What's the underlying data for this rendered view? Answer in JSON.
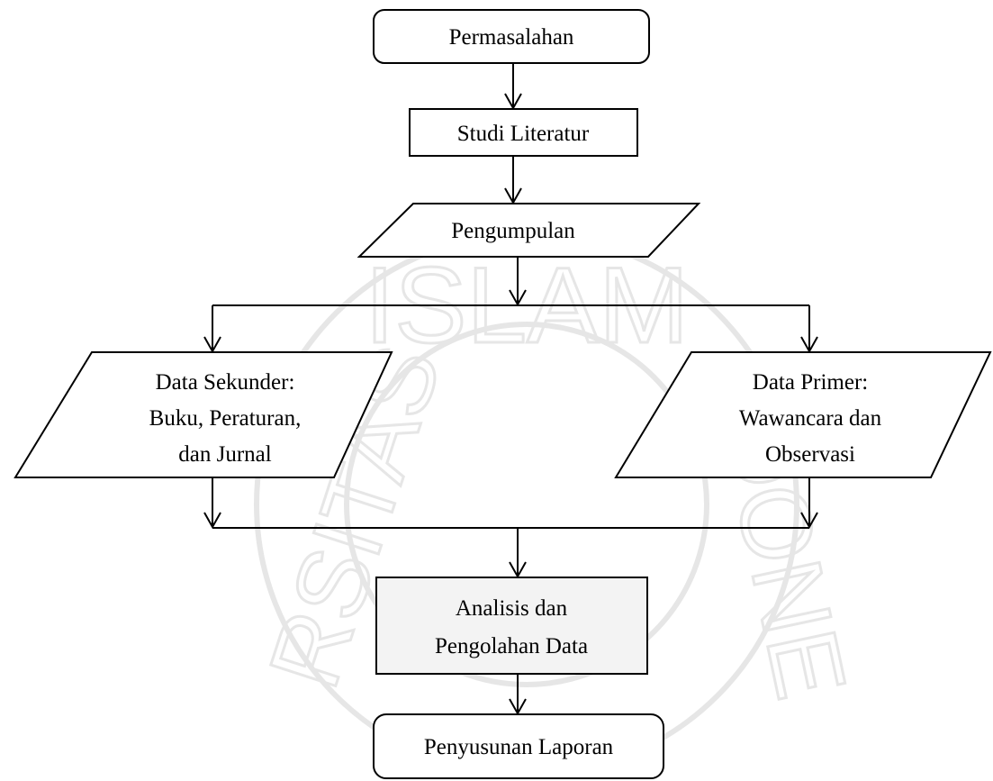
{
  "nodes": {
    "permasalahan": {
      "lines": [
        "Permasalahan"
      ]
    },
    "studi_literatur": {
      "lines": [
        "Studi Literatur"
      ]
    },
    "pengumpulan": {
      "lines": [
        "Pengumpulan"
      ]
    },
    "data_sekunder": {
      "lines": [
        "Data Sekunder:",
        "Buku, Peraturan,",
        "dan Jurnal"
      ]
    },
    "data_primer": {
      "lines": [
        "Data Primer:",
        "Wawancara dan",
        "Observasi"
      ]
    },
    "analisis": {
      "lines": [
        "Analisis dan",
        "Pengolahan Data"
      ]
    },
    "penyusunan": {
      "lines": [
        "Penyusunan Laporan"
      ]
    }
  },
  "watermark": {
    "text": "ISLAM",
    "side_left": "UNIVERSITAS",
    "side_right": "INDONESIA",
    "color": "#e4e4e4"
  },
  "colors": {
    "stroke": "#000000",
    "background": "#ffffff",
    "analysis_fill": "#f3f3f3"
  }
}
